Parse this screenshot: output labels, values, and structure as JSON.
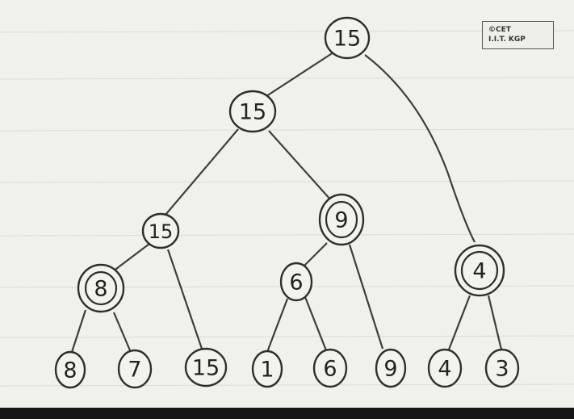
{
  "watermark": {
    "line1": "©CET",
    "line2": "I.I.T. KGP"
  },
  "tree": {
    "root": "15",
    "l1_left": "15",
    "l1_right": "4",
    "l2_left": "15",
    "l2_mid": "9",
    "l3_a": "8",
    "l3_b": "6",
    "leaves": [
      "8",
      "7",
      "15",
      "1",
      "6",
      "9",
      "4",
      "3"
    ]
  }
}
